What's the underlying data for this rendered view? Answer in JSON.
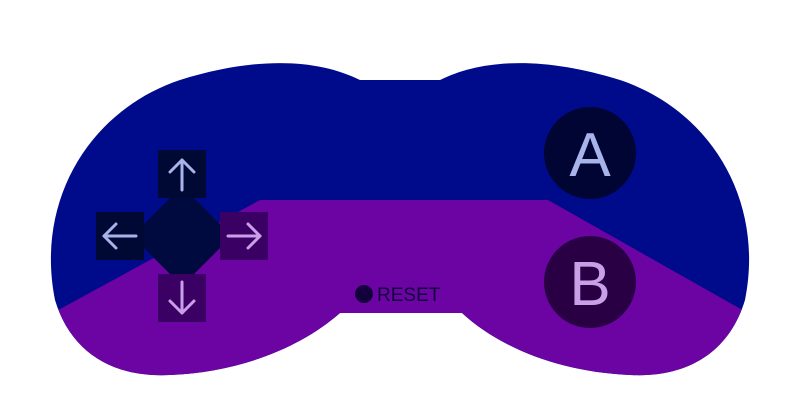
{
  "controller": {
    "colors": {
      "body_top": "#000b8c",
      "body_bottom": "#6c03a3",
      "dpad_center": "#000a3f",
      "dpad_top": "#000834",
      "dpad_bottom": "#3b0064",
      "button_a_fill": "#000533",
      "button_b_fill": "#2a0045",
      "glyph_light": "#a8b3ea",
      "glyph_purple": "#c9a0e8",
      "reset_text": "#12013d"
    },
    "dpad": {
      "up": {
        "icon": "arrow-up-icon"
      },
      "down": {
        "icon": "arrow-down-icon"
      },
      "left": {
        "icon": "arrow-left-icon"
      },
      "right": {
        "icon": "arrow-right-icon"
      }
    },
    "buttons": {
      "a_label": "A",
      "b_label": "B"
    },
    "reset": {
      "label": "RESET",
      "icon": "dot-icon"
    }
  }
}
